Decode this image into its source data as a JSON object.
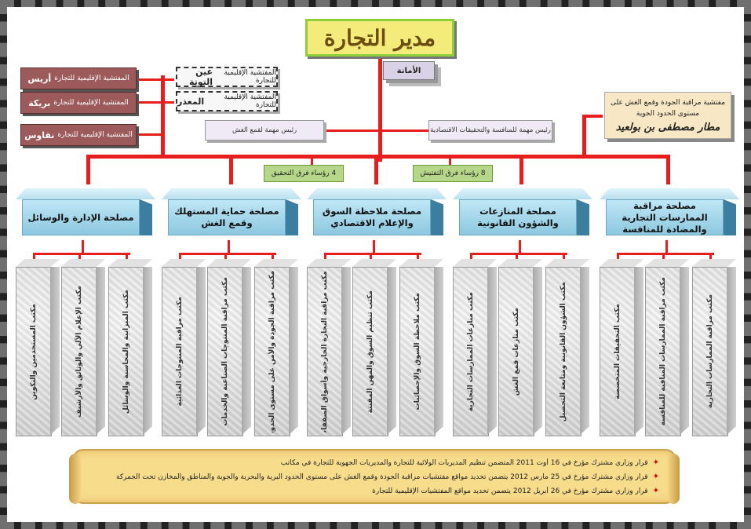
{
  "director": {
    "label": "مدير التجارة"
  },
  "secretariat": {
    "label": "الأمانة"
  },
  "regional_inspections": [
    {
      "prefix": "المفتشية الإقليمية للتجارة",
      "name": "أريس"
    },
    {
      "prefix": "المفتشية الإقليمية للتجارة",
      "name": "بريكة"
    },
    {
      "prefix": "المفتشية الإقليمية للتجارة",
      "name": "نقاوس"
    }
  ],
  "regional_dashed": [
    {
      "prefix": "المفتشية الإقليمية للتجارة",
      "name": "عين التوتة"
    },
    {
      "prefix": "المفتشية الإقليمية للتجارة",
      "name": "المعذر"
    }
  ],
  "representatives": {
    "fraud": "رئيس مهمة لقمع الغش",
    "competition": "رئيس مهمة للمنافسة والتحقيقات الاقتصادية"
  },
  "teams": {
    "investigation": "4 رؤساء فرق التحقيق",
    "inspection": "8 رؤساء فرق التفتيش"
  },
  "frontier": {
    "line1": "مفتشية مراقبة الجودة وقمع الغش على",
    "line2": "مستوى الحدود الجوية",
    "name": "مطار مصطفى بن بولعيد"
  },
  "departments": [
    {
      "title": "مصلحة مراقبة الممارسات التجارية والمضادة للمنافسة",
      "offices": [
        "مكتب مراقبة الممارسات التجارية",
        "مكتب مراقبة الممارسات المنافية للمنافسة",
        "مكتب التحقيقات المتخصصة"
      ]
    },
    {
      "title": "مصلحة المنازعات والشؤون القانونية",
      "offices": [
        "مكتب الشؤون القانونية ومتابعة التحصيل",
        "مكتب منازعات قمع الغش",
        "مكتب منازعات الممارسات التجارية"
      ]
    },
    {
      "title": "مصلحة ملاحظة السوق والإعلام الاقتصادي",
      "offices": [
        "مكتب ملاحظة السوق والإحصائيات",
        "مكتب تنظيم السوق والمهن المقننة",
        "مكتب مراقبة التجارة الخارجية وأسواق الصفقات العمومية"
      ]
    },
    {
      "title": "مصلحة حماية المستهلك وقمع الغش",
      "offices": [
        "مكتب مراقبة الجودة والأمن على مستوى الحدود",
        "مكتب مراقبة المنتوجات الصناعية والخدمات",
        "مكتب مراقبة المنتوجات الغذائية"
      ]
    },
    {
      "title": "مصلحة الإدارة والوسائل",
      "offices": [
        "مكتب الميزانية والمحاسبة والوسائل",
        "مكتب الإعلام الآلي والوثائق والأرشيف",
        "مكتب المستخدمين والتكوين"
      ]
    }
  ],
  "notes": [
    "قرار وزاري مشترك مؤرخ في 16 أوت 2011 المتضمن تنظيم المديريات الولائية للتجارة والمديريات الجهوية للتجارة في مكاتب",
    "قرار وزاري مشترك مؤرخ في 25 مارس 2012 يتضمن تحديد مواقع مفتشيات مراقبة الجودة وقمع الغش على مستوى الحدود البرية والبحرية والجوية والمناطق والمخازن تحت الجمركة",
    "قرار وزاري مشترك مؤرخ في 26 أبريل 2012 يتضمن تحديد مواقع المفتشيات الإقليمية للتجارة"
  ],
  "colors": {
    "connector": "#e61e1e",
    "dept_face": "#8cc8e0",
    "director_bg": "#f3ec7a",
    "scroll_bg": "#f7dc8c"
  }
}
